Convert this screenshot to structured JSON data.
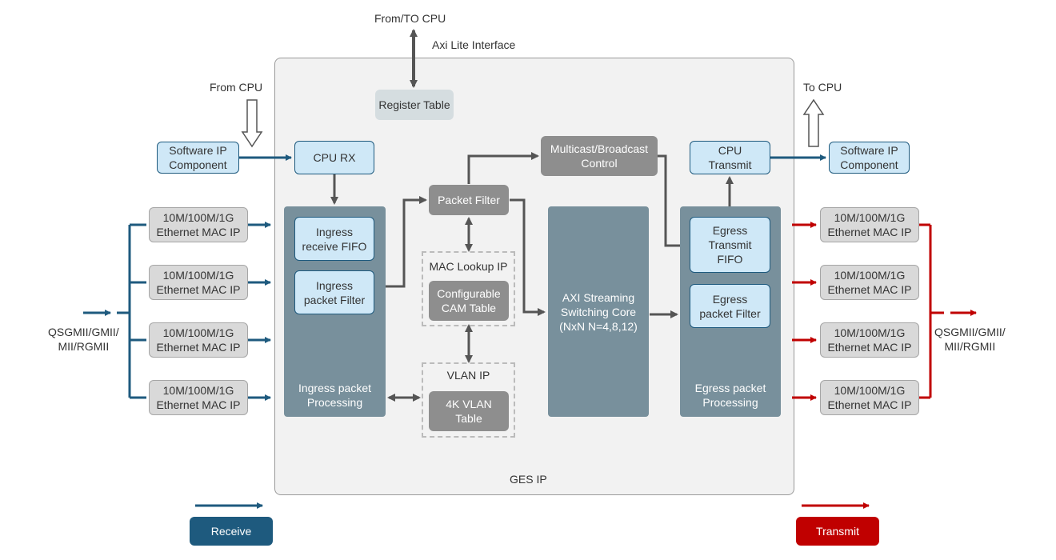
{
  "top": {
    "from_to_cpu": "From/TO CPU",
    "axi_lite": "Axi Lite Interface",
    "register_table": "Register Table"
  },
  "left": {
    "from_cpu": "From CPU",
    "software_ip": "Software IP\nComponent",
    "interface": "QSGMII/GMII/\nMII/RGMII",
    "mac_ips": [
      "10M/100M/1G\nEthernet MAC IP",
      "10M/100M/1G\nEthernet MAC IP",
      "10M/100M/1G\nEthernet MAC IP",
      "10M/100M/1G\nEthernet MAC IP"
    ]
  },
  "right": {
    "to_cpu": "To CPU",
    "software_ip": "Software IP\nComponent",
    "interface": "QSGMII/GMII/\nMII/RGMII",
    "mac_ips": [
      "10M/100M/1G\nEthernet MAC IP",
      "10M/100M/1G\nEthernet MAC IP",
      "10M/100M/1G\nEthernet MAC IP",
      "10M/100M/1G\nEthernet MAC IP"
    ]
  },
  "core": {
    "cpu_rx": "CPU RX",
    "ingress_fifo": "Ingress\nreceive FIFO",
    "ingress_filter": "Ingress\npacket Filter",
    "ingress_processing": "Ingress packet\nProcessing",
    "packet_filter": "Packet Filter",
    "mac_lookup": "MAC Lookup IP",
    "cam_table": "Configurable\nCAM Table",
    "vlan_ip": "VLAN IP",
    "vlan_table": "4K VLAN\nTable",
    "multicast": "Multicast/Broadcast\nControl",
    "switching_core": "AXI Streaming\nSwitching Core\n(NxN N=4,8,12)",
    "cpu_transmit": "CPU\nTransmit",
    "egress_fifo": "Egress\nTransmit\nFIFO",
    "egress_filter": "Egress\npacket Filter",
    "egress_processing": "Egress packet\nProcessing",
    "ges_ip": "GES IP"
  },
  "legend": {
    "receive": "Receive",
    "transmit": "Transmit"
  },
  "colors": {
    "receive": "#1e5a7e",
    "transmit": "#c00000",
    "internal": "#555555"
  }
}
